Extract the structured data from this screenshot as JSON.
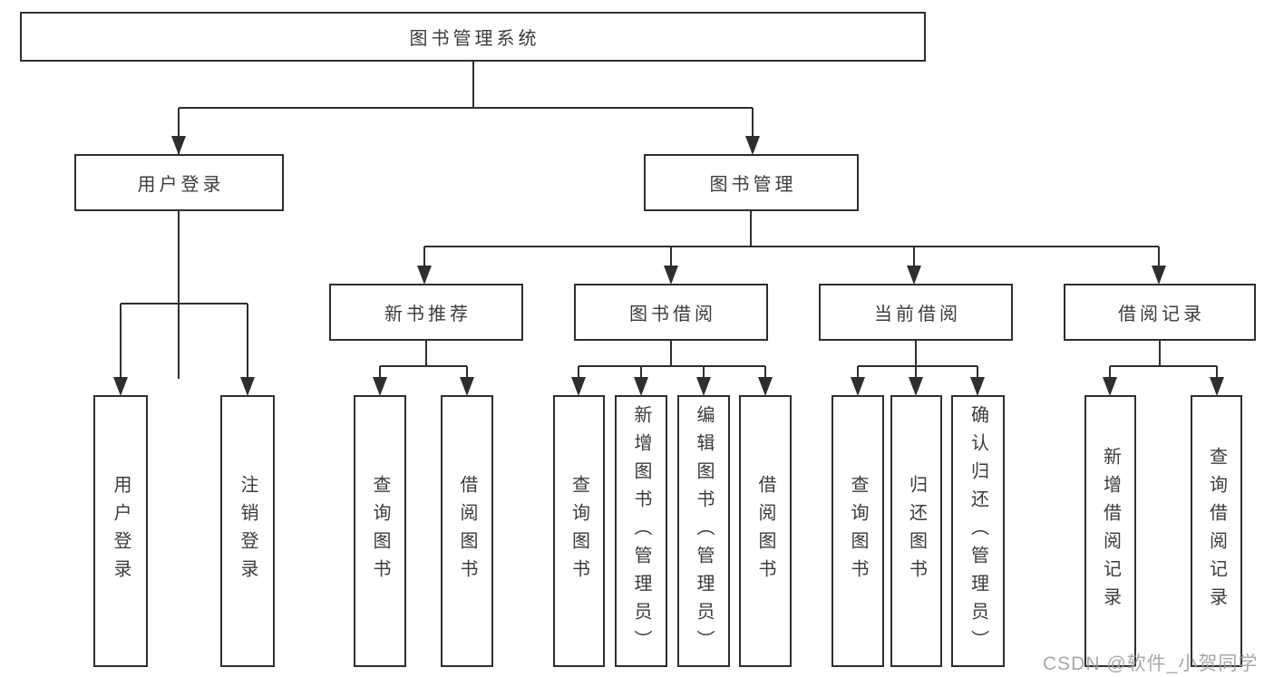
{
  "diagram": {
    "type": "hierarchy-tree",
    "colors": {
      "line": "#2e2e2e",
      "box_border": "#2e2e2e",
      "box_background": "#ffffff",
      "text": "#3b3b40",
      "watermark": "#9e9ea0",
      "page_background": "#ffffff"
    },
    "tree": {
      "label": "图书管理系统",
      "children": [
        {
          "label": "用户登录",
          "children": [
            {
              "label": "用户登录"
            },
            {
              "label": "注销登录"
            }
          ]
        },
        {
          "label": "图书管理",
          "children": [
            {
              "label": "新书推荐",
              "children": [
                {
                  "label": "查询图书"
                },
                {
                  "label": "借阅图书"
                }
              ]
            },
            {
              "label": "图书借阅",
              "children": [
                {
                  "label": "查询图书"
                },
                {
                  "label": "新增图书（管理员）"
                },
                {
                  "label": "编辑图书（管理员）"
                },
                {
                  "label": "借阅图书"
                }
              ]
            },
            {
              "label": "当前借阅",
              "children": [
                {
                  "label": "查询图书"
                },
                {
                  "label": "归还图书"
                },
                {
                  "label": "确认归还（管理员）"
                }
              ]
            },
            {
              "label": "借阅记录",
              "children": [
                {
                  "label": "新增借阅记录"
                },
                {
                  "label": "查询借阅记录"
                }
              ]
            }
          ]
        }
      ]
    },
    "watermark": "CSDN @软件_小贺同学"
  }
}
